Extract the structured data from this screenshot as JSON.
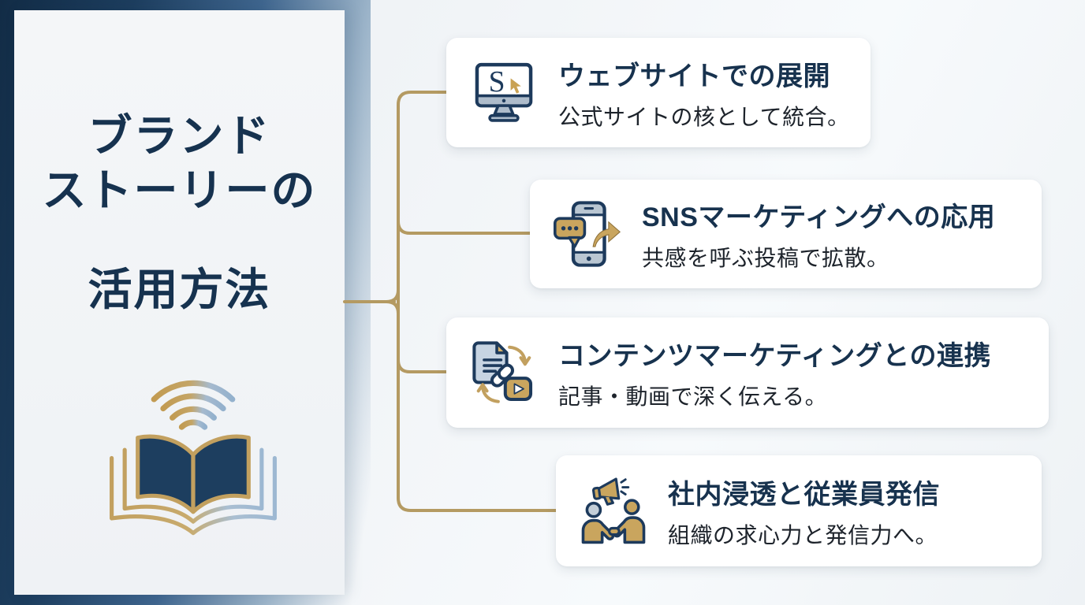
{
  "panel": {
    "title_lines": [
      "ブランド",
      "ストーリーの",
      "活用方法"
    ],
    "icon": "open-book-broadcast-icon"
  },
  "cards": [
    {
      "icon": "monitor-s-cursor-icon",
      "title": "ウェブサイトでの展開",
      "subtitle": "公式サイトの核として統合。"
    },
    {
      "icon": "smartphone-share-icon",
      "title": "SNSマーケティングへの応用",
      "subtitle": "共感を呼ぶ投稿で拡散。"
    },
    {
      "icon": "document-link-video-icon",
      "title": "コンテンツマーケティングとの連携",
      "subtitle": "記事・動画で深く伝える。"
    },
    {
      "icon": "handshake-megaphone-icon",
      "title": "社内浸透と従業員発信",
      "subtitle": "組織の求心力と発信力へ。"
    }
  ],
  "colors": {
    "navy_dark": "#16324f",
    "navy_icon": "#1d3a5c",
    "gold": "#c9a55e",
    "gold_line": "#b49a62",
    "panel_bg": "#f2f5f7",
    "card_bg": "#ffffff",
    "subtitle_text": "#1d232b",
    "gray_blue_fill": "#b9c6d2"
  }
}
